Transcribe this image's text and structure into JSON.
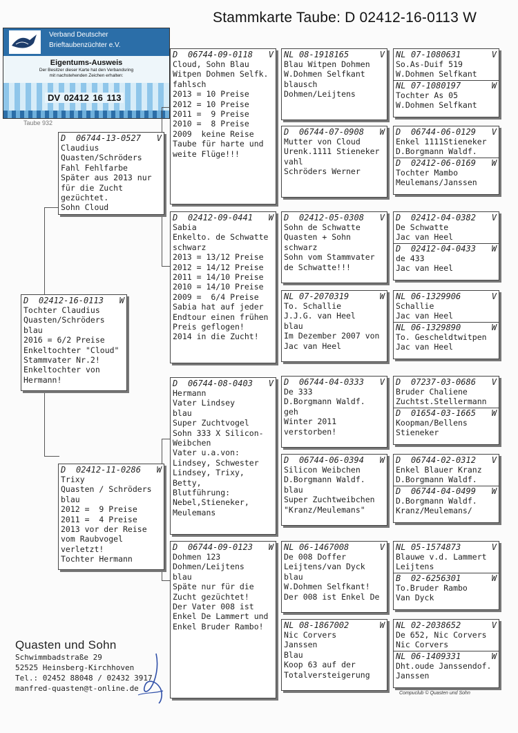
{
  "title": "Stammkarte Taube: D    02412-16-0113 W",
  "card": {
    "org_line1": "Verband Deutscher",
    "org_line2": "Brieftaubenzüchter e.V.",
    "heading": "Eigentums-Ausweis",
    "sub1": "Der Besitzer dieser Karte hat den Verbandsring",
    "sub2": "mit nachstehenden Zeichen erhalten:",
    "ring": "DV 02412 16    113"
  },
  "partial_text": "Taube 932",
  "pigeons": {
    "subject": {
      "country": "D",
      "ring": "02412-16-0113",
      "sex": "W",
      "lines": [
        "Tochter Claudius",
        "Quasten/Schröders",
        "blau",
        "2016 = 6/2 Preise",
        "Enkeltochter \"Cloud\"",
        "Stammvater Nr.2!",
        "Enkeltochter von",
        "Hermann!"
      ]
    },
    "father": {
      "country": "D",
      "ring": "06744-13-0527",
      "sex": "V",
      "lines": [
        "Claudius",
        "Quasten/Schröders",
        "Fahl Fehlfarbe",
        "Später aus 2013 nur",
        "für die Zucht",
        "gezüchtet.",
        "Sohn Cloud"
      ]
    },
    "mother": {
      "country": "D",
      "ring": "02412-11-0286",
      "sex": "W",
      "lines": [
        "Trixy",
        "Quasten / Schröders",
        "blau",
        "2012 =  9 Preise",
        "2011 =  4 Preise",
        "2013 vor der Reise",
        "vom Raubvogel",
        "verletzt!",
        "Tochter Hermann"
      ]
    },
    "ff": {
      "country": "D",
      "ring": "06744-09-0118",
      "sex": "V",
      "lines": [
        "Cloud, Sohn Blau",
        "Witpen Dohmen Selfk.",
        "fahlsch",
        "2013 = 10 Preise",
        "2012 = 10 Preise",
        "2011 =  9 Preise",
        "2010 =  8 Preise",
        "2009  keine Reise",
        "Taube für harte und",
        "weite Flüge!!!"
      ]
    },
    "fm": {
      "country": "D",
      "ring": "02412-09-0441",
      "sex": "W",
      "lines": [
        "Sabia",
        "Enkelto. de Schwatte",
        "schwarz",
        "2013 = 13/12 Preise",
        "2012 = 14/12 Preise",
        "2011 = 14/10 Preise",
        "2010 = 14/10 Preise",
        "2009 =  6/4 Preise",
        "Sabia hat auf jeder",
        "Endtour einen frühen",
        "Preis geflogen!",
        "2014 in die Zucht!"
      ]
    },
    "mf": {
      "country": "D",
      "ring": "06744-08-0403",
      "sex": "V",
      "lines": [
        "Hermann",
        "Vater Lindsey",
        "blau",
        "Super Zuchtvogel",
        "Sohn 333 X Silicon-",
        "Weibchen",
        "Vater u.a.von:",
        "Lindsey, Schwester",
        "Lindsey, Trixy,",
        "Betty,",
        "Blutführung:",
        "Nebel,Stieneker,",
        "Meulemans"
      ]
    },
    "mm": {
      "country": "D",
      "ring": "06744-09-0123",
      "sex": "W",
      "lines": [
        "Dohmen 123",
        "Dohmen/Leijtens",
        "blau",
        "Späte nur für die",
        "Zucht gezüchtet!",
        "Der Vater 008 ist",
        "Enkel De Lammert und",
        "Enkel Bruder Rambo!"
      ]
    },
    "fff": {
      "country": "NL",
      "ring": "08-1918165",
      "sex": "V",
      "lines": [
        "Blau Witpen Dohmen",
        "W.Dohmen Selfkant",
        "blausch",
        "Dohmen/Leijtens"
      ]
    },
    "ffm": {
      "country": "D",
      "ring": "06744-07-0908",
      "sex": "W",
      "lines": [
        "Mutter von Cloud",
        "Urenk.1111 Stieneker",
        "vahl",
        "Schröders Werner"
      ]
    },
    "fmf": {
      "country": "D",
      "ring": "02412-05-0308",
      "sex": "V",
      "lines": [
        "Sohn de Schwatte",
        "Quasten + Sohn",
        "schwarz",
        "Sohn vom Stammvater",
        "de Schwatte!!!"
      ]
    },
    "fmm": {
      "country": "NL",
      "ring": "07-2070319",
      "sex": "W",
      "lines": [
        "To. Schallie",
        "J.J.G. van Heel",
        "blau",
        "Im Dezember 2007 von",
        "Jac van Heel"
      ]
    },
    "mff": {
      "country": "D",
      "ring": "06744-04-0333",
      "sex": "V",
      "lines": [
        "De 333",
        "D.Borgmann Waldf.",
        "geh",
        "Winter 2011",
        "verstorben!"
      ]
    },
    "mfm": {
      "country": "D",
      "ring": "06744-06-0394",
      "sex": "W",
      "lines": [
        "Silicon Weibchen",
        "D.Borgmann Waldf.",
        "blau",
        "Super Zuchtweibchen",
        "\"Kranz/Meulemans\""
      ]
    },
    "mmf": {
      "country": "NL",
      "ring": "06-1467008",
      "sex": "V",
      "lines": [
        "De 008 Doffer",
        "Leijtens/van Dyck",
        "blau",
        "W.Dohmen Selfkant!",
        "Der 008 ist Enkel De"
      ]
    },
    "mmm": {
      "country": "NL",
      "ring": "08-1867002",
      "sex": "W",
      "lines": [
        "Nic Corvers",
        "Janssen",
        "Blau",
        "Koop 63 auf der",
        "Totalversteigerung"
      ]
    },
    "g1a": {
      "country": "NL",
      "ring": "07-1080631",
      "sex": "V",
      "lines": [
        "So.As-Duif 519",
        "W.Dohmen Selfkant"
      ]
    },
    "g1b": {
      "country": "NL",
      "ring": "07-1080197",
      "sex": "W",
      "lines": [
        "Tochter As 05",
        "W.Dohmen Selfkant"
      ]
    },
    "g2a": {
      "country": "D",
      "ring": "06744-06-0129",
      "sex": "V",
      "lines": [
        "Enkel 1111Stieneker",
        "D.Borgmann Waldf."
      ]
    },
    "g2b": {
      "country": "D",
      "ring": "02412-06-0169",
      "sex": "W",
      "lines": [
        "Tochter Mambo",
        "Meulemans/Janssen"
      ]
    },
    "g3a": {
      "country": "D",
      "ring": "02412-04-0382",
      "sex": "V",
      "lines": [
        "De Schwatte",
        "Jac van Heel"
      ]
    },
    "g3b": {
      "country": "D",
      "ring": "02412-04-0433",
      "sex": "W",
      "lines": [
        "de 433",
        "Jac van Heel"
      ]
    },
    "g4a": {
      "country": "NL",
      "ring": "06-1329906",
      "sex": "V",
      "lines": [
        "Schallie",
        "Jac van Heel"
      ]
    },
    "g4b": {
      "country": "NL",
      "ring": "06-1329890",
      "sex": "W",
      "lines": [
        "To. Gescheldtwitpen",
        "Jac van Heel"
      ]
    },
    "g5a": {
      "country": "D",
      "ring": "07237-03-0686",
      "sex": "V",
      "lines": [
        "Bruder Chaliene",
        "Zuchtst.Stellermann"
      ]
    },
    "g5b": {
      "country": "D",
      "ring": "01654-03-1665",
      "sex": "W",
      "lines": [
        "Koopman/Bellens",
        "Stieneker"
      ]
    },
    "g6a": {
      "country": "D",
      "ring": "06744-02-0312",
      "sex": "V",
      "lines": [
        "Enkel Blauer Kranz",
        "D.Borgmann Waldf."
      ]
    },
    "g6b": {
      "country": "D",
      "ring": "06744-04-0499",
      "sex": "W",
      "lines": [
        "D.Borgmann Waldf.",
        "Kranz/Meulemans/"
      ]
    },
    "g7a": {
      "country": "NL",
      "ring": "05-1574873",
      "sex": "V",
      "lines": [
        "Blauwe v.d. Lammert",
        "Leijtens"
      ]
    },
    "g7b": {
      "country": "B",
      "ring": "02-6256301",
      "sex": "W",
      "lines": [
        "To.Bruder Rambo",
        "Van Dyck"
      ]
    },
    "g8a": {
      "country": "NL",
      "ring": "02-2038652",
      "sex": "V",
      "lines": [
        "De 652, Nic Corvers",
        "Nic Corvers"
      ]
    },
    "g8b": {
      "country": "NL",
      "ring": "06-1409331",
      "sex": "W",
      "lines": [
        "Dht.oude Janssendof.",
        "Janssen"
      ]
    }
  },
  "breeder": {
    "name": "Quasten und Sohn",
    "street": "Schwimmbadstraße 29",
    "city": "52525  Heinsberg-Kirchhoven",
    "phone": "Tel.: 02452 88048 / 02432 3917",
    "email": "manfred-quasten@t-online.de"
  },
  "footer": "Compuclub © Quasten und Sohn"
}
